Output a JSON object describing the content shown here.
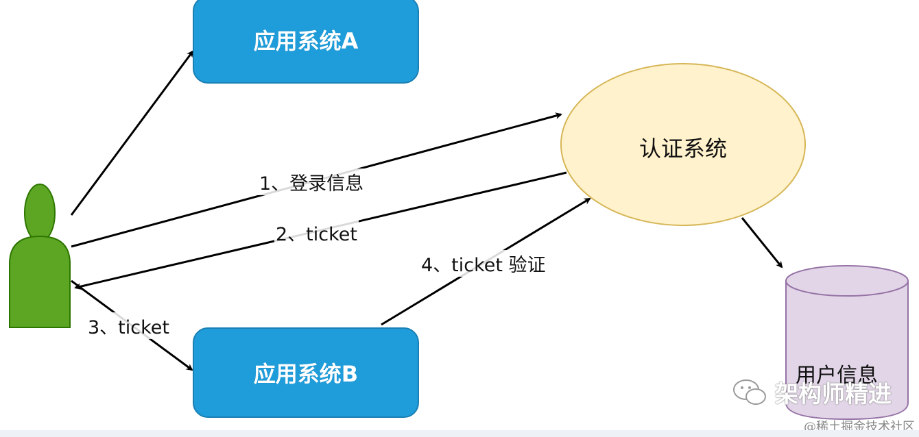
{
  "nodes": {
    "app_a": "应用系统A",
    "app_b": "应用系统B",
    "auth": "认证系统",
    "user_db": "用户信息"
  },
  "edges": {
    "login": "1、登录信息",
    "ticket_return": "2、ticket",
    "ticket_forward": "3、ticket",
    "ticket_verify": "4、ticket 验证"
  },
  "watermarks": {
    "wechat_account": "架构师精进",
    "source": "@稀土掘金技术社区"
  },
  "colors": {
    "app_fill": "#1f9ddb",
    "auth_fill": "#fff2cc",
    "auth_stroke": "#d6b656",
    "db_fill": "#e1d5e7",
    "db_stroke": "#9673a6",
    "user_fill": "#5ca624",
    "user_stroke": "#2d7600"
  }
}
